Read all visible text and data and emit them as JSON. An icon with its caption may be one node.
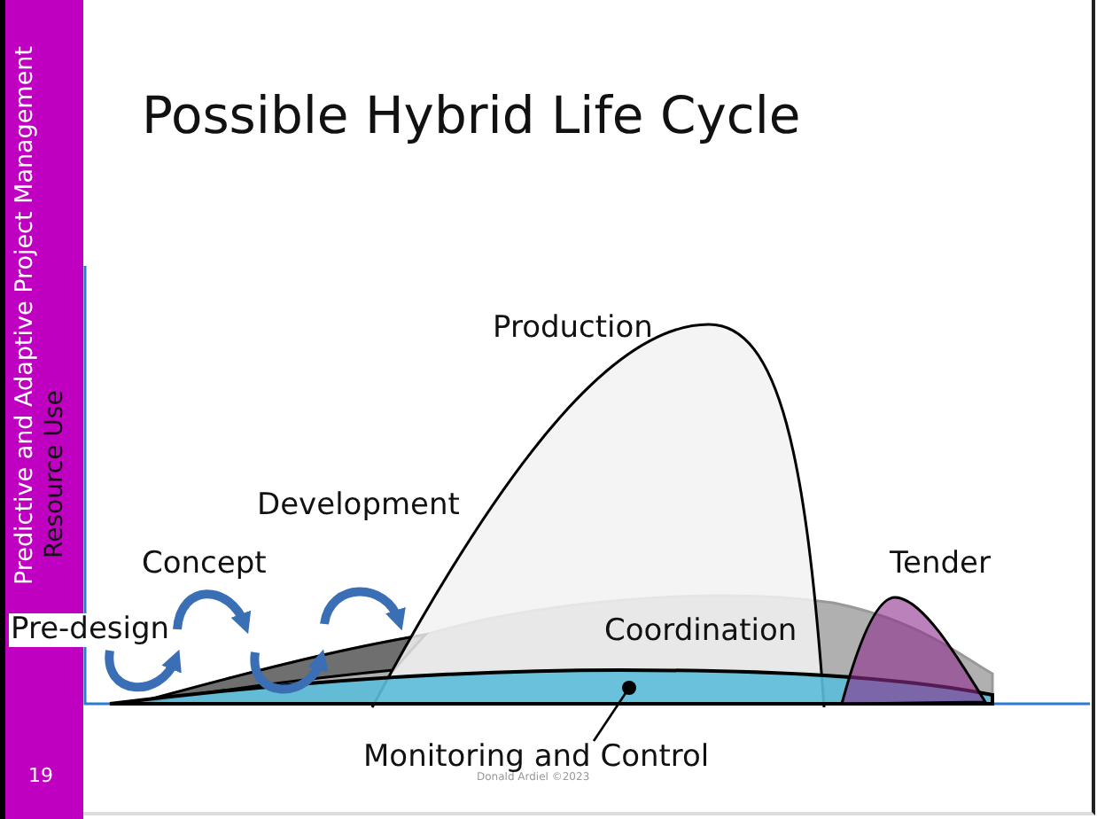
{
  "diagram": {
    "title": "Possible Hybrid Life Cycle",
    "nodes": [
      {
        "text": [
          "Monitoring and Control"
        ]
      },
      {
        "text": [],
        "shape": "band"
      }
    ],
    "edges": [
      {
        "from": 0,
        "to": 1,
        "arrow": "other"
      }
    ],
    "labels": [
      "Predictive and Adaptive Project Management",
      "Resource Use",
      "Production",
      "Development",
      "Concept",
      "Pre-design",
      "Tender",
      "Coordination",
      "Donald Ardiel ©2023",
      "19"
    ]
  }
}
